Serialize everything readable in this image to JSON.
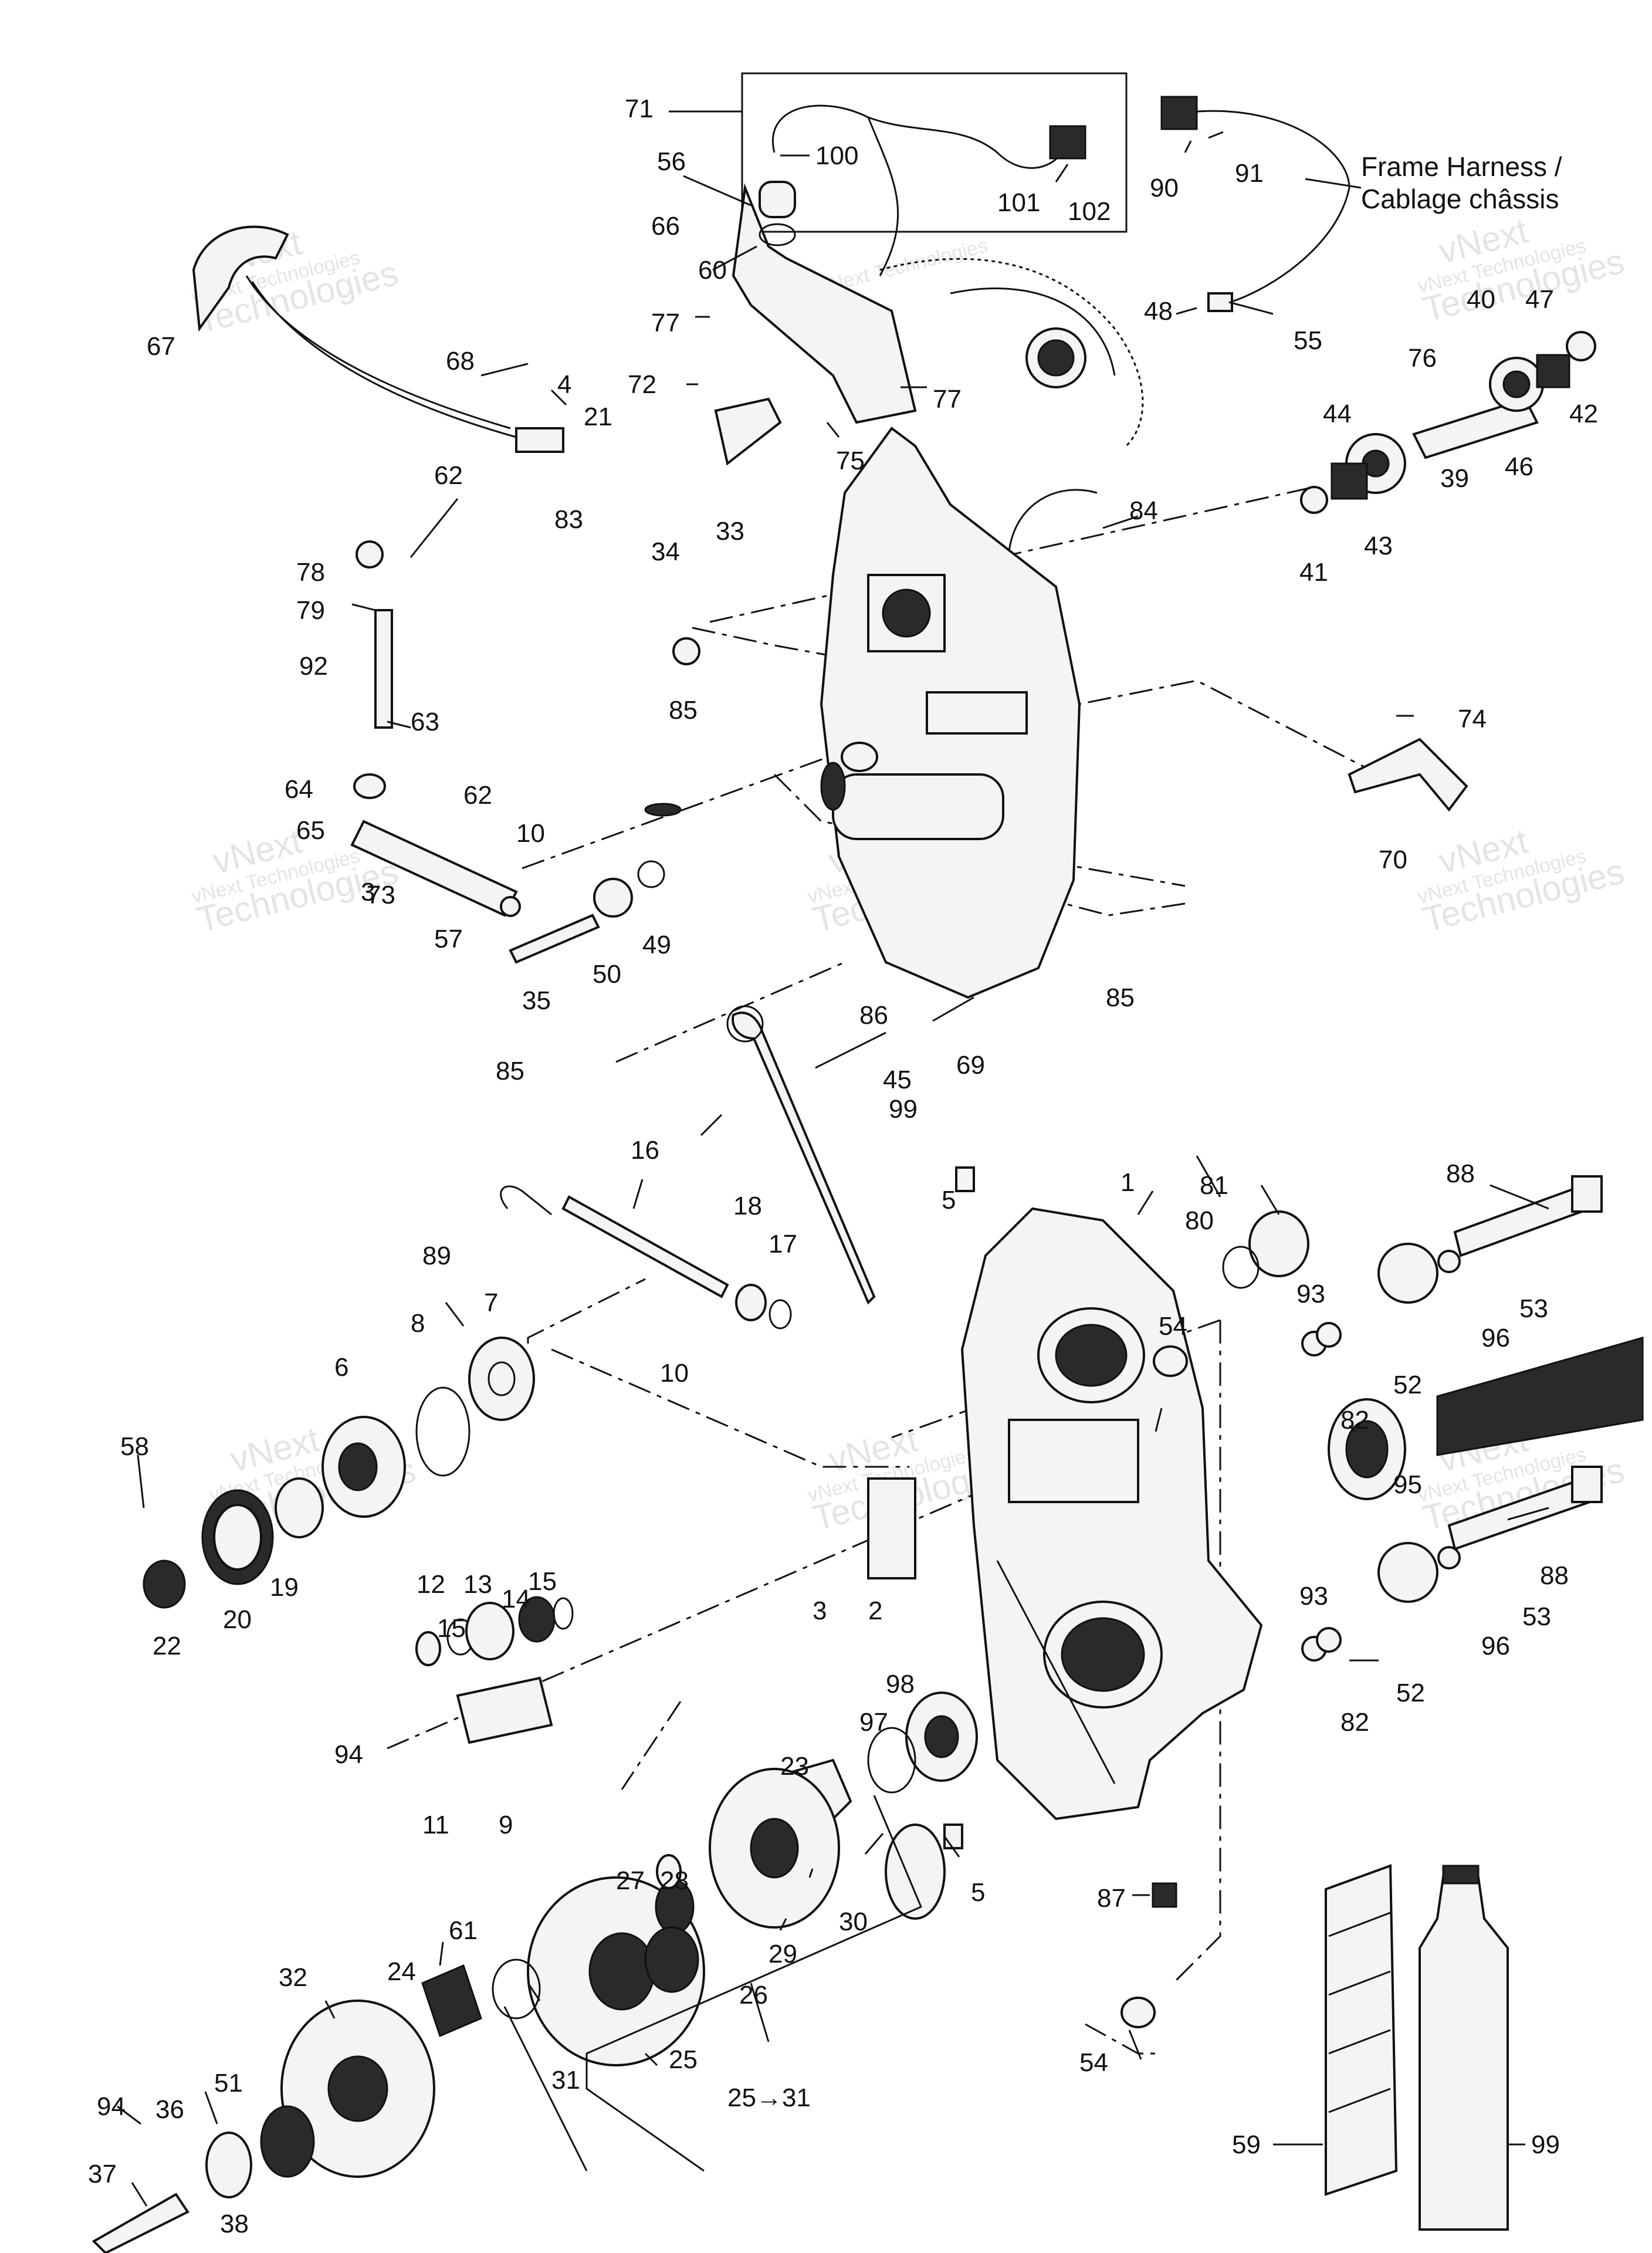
{
  "harness_label": {
    "line1": "Frame Harness /",
    "line2": "Cablage châssis"
  },
  "range_label": "25→31",
  "watermark": {
    "line1": "vNext Technologies",
    "line2": "vNext",
    "line3": "Technologies"
  },
  "callouts": {
    "c1": "1",
    "c2": "2",
    "c3a": "3",
    "c3b": "3",
    "c4": "4",
    "c5a": "5",
    "c5b": "5",
    "c6": "6",
    "c7": "7",
    "c8": "8",
    "c9": "9",
    "c10a": "10",
    "c10b": "10",
    "c11": "11",
    "c12": "12",
    "c13": "13",
    "c14": "14",
    "c15a": "15",
    "c15b": "15",
    "c16": "16",
    "c17": "17",
    "c18": "18",
    "c19": "19",
    "c20": "20",
    "c21": "21",
    "c22": "22",
    "c23": "23",
    "c24": "24",
    "c25a": "25",
    "c26": "26",
    "c27": "27",
    "c28": "28",
    "c29": "29",
    "c30": "30",
    "c31": "31",
    "c32": "32",
    "c33": "33",
    "c34": "34",
    "c35": "35",
    "c36": "36",
    "c37": "37",
    "c38": "38",
    "c39": "39",
    "c40": "40",
    "c41": "41",
    "c42": "42",
    "c43": "43",
    "c44": "44",
    "c45": "45",
    "c46": "46",
    "c47": "47",
    "c48": "48",
    "c49": "49",
    "c50": "50",
    "c51": "51",
    "c52a": "52",
    "c52b": "52",
    "c53a": "53",
    "c53b": "53",
    "c54a": "54",
    "c54b": "54",
    "c55": "55",
    "c56": "56",
    "c57": "57",
    "c58": "58",
    "c59": "59",
    "c60": "60",
    "c61": "61",
    "c62a": "62",
    "c62b": "62",
    "c63": "63",
    "c64": "64",
    "c65": "65",
    "c66": "66",
    "c67": "67",
    "c68": "68",
    "c69": "69",
    "c70": "70",
    "c71": "71",
    "c72": "72",
    "c73": "73",
    "c74": "74",
    "c75": "75",
    "c76": "76",
    "c77a": "77",
    "c77b": "77",
    "c78": "78",
    "c79": "79",
    "c80": "80",
    "c81": "81",
    "c82a": "82",
    "c82b": "82",
    "c83": "83",
    "c84": "84",
    "c85a": "85",
    "c85b": "85",
    "c85c": "85",
    "c86": "86",
    "c87": "87",
    "c88a": "88",
    "c88b": "88",
    "c89": "89",
    "c90": "90",
    "c91": "91",
    "c92": "92",
    "c93a": "93",
    "c93b": "93",
    "c94a": "94",
    "c94b": "94",
    "c95": "95",
    "c96a": "96",
    "c96b": "96",
    "c97": "97",
    "c98": "98",
    "c99a": "99",
    "c99b": "99",
    "c100": "100",
    "c101": "101",
    "c102": "102"
  }
}
